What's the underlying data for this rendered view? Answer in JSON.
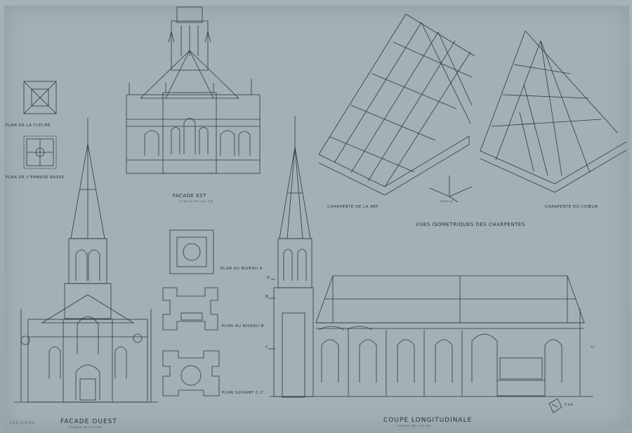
{
  "sheet": {
    "paper_color": "#a2b1b6",
    "ink_color": "#27343a",
    "inventory_number": "111/1/3/10"
  },
  "labels": {
    "plan_fleche": "PLAN DE LA FLECHE",
    "plan_embase": "PLAN DE L'EMBASE BASSE",
    "facade_est": "FACADE EST",
    "facade_est_scale": "ECHELLE DE 0,01 P.M.",
    "facade_ouest": "FACADE OUEST",
    "facade_ouest_scale": "ECHELLE DE 0,01 P.M.",
    "plan_niveau_a": "PLAN AU NIVEAU A",
    "plan_niveau_b": "PLAN AU NIVEAU B",
    "plan_suivant": "PLAN SUIVANT C.C'",
    "coupe": "COUPE LONGITUDINALE",
    "coupe_scale": "ECHELLE DE 0,01 P.M.",
    "charpente_nef": "CHARPENTE DE LA NEF",
    "charpente_choeur": "CHARPENTE DU CHŒUR",
    "echelle": "ECHELLE",
    "vues_iso": "VUES ISOMETRIQUES DES CHARPENTES",
    "level_a": "A",
    "level_b": "B",
    "level_c": "C",
    "level_c2": "C'",
    "signature": "Cüé"
  }
}
